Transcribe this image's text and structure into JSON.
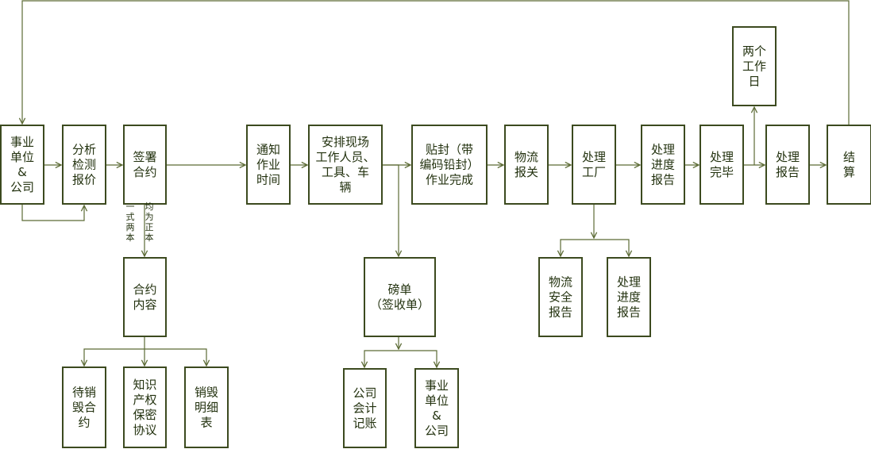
{
  "nodes": [
    {
      "id": "shiye1",
      "lines": [
        "事业",
        "单位",
        "&",
        "公司"
      ]
    },
    {
      "id": "fenxi",
      "lines": [
        "分析",
        "检测",
        "报价"
      ]
    },
    {
      "id": "qianshu",
      "lines": [
        "签署",
        "合约"
      ]
    },
    {
      "id": "tongzhi",
      "lines": [
        "通知",
        "作业",
        "时间"
      ]
    },
    {
      "id": "anpai",
      "lines": [
        "安排现场",
        "工作人员、",
        "工具、车",
        "辆"
      ]
    },
    {
      "id": "tiefeng",
      "lines": [
        "贴封（带",
        "编码铅封）",
        "作业完成"
      ]
    },
    {
      "id": "wuliu1",
      "lines": [
        "物流",
        "报关"
      ]
    },
    {
      "id": "chuli_gc",
      "lines": [
        "处理",
        "工厂"
      ]
    },
    {
      "id": "jindu1",
      "lines": [
        "处理",
        "进度",
        "报告"
      ]
    },
    {
      "id": "wanbi",
      "lines": [
        "处理",
        "完毕"
      ]
    },
    {
      "id": "baogao",
      "lines": [
        "处理",
        "报告"
      ]
    },
    {
      "id": "jiesuan",
      "lines": [
        "结",
        "算"
      ]
    },
    {
      "id": "liangge",
      "lines": [
        "两个",
        "工作",
        "日"
      ]
    },
    {
      "id": "heyue",
      "lines": [
        "合约",
        "内容"
      ]
    },
    {
      "id": "daixiao",
      "lines": [
        "待销",
        "毁合",
        "约"
      ]
    },
    {
      "id": "zhishi",
      "lines": [
        "知识",
        "产权",
        "保密",
        "协议"
      ]
    },
    {
      "id": "xiaohui",
      "lines": [
        "销毁",
        "明细",
        "表"
      ]
    },
    {
      "id": "bangdan",
      "lines": [
        "磅单",
        "（签收单）"
      ]
    },
    {
      "id": "kuaiji",
      "lines": [
        "公司",
        "会计",
        "记账"
      ]
    },
    {
      "id": "shiye2",
      "lines": [
        "事业",
        "单位",
        "&",
        "公司"
      ]
    },
    {
      "id": "wuliu2",
      "lines": [
        "物流",
        "安全",
        "报告"
      ]
    },
    {
      "id": "jindu2",
      "lines": [
        "处理",
        "进度",
        "报告"
      ]
    }
  ],
  "edge_labels": [
    {
      "id": "yishi",
      "text": "一式两本"
    },
    {
      "id": "junwei",
      "text": "均为正本"
    }
  ],
  "colors": {
    "box_stroke": "#3c4a1f",
    "arrow": "#5c6b35",
    "text": "#23320f",
    "background": "#ffffff"
  }
}
